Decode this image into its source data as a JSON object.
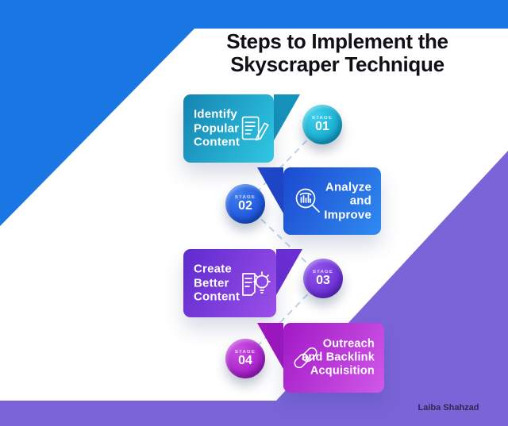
{
  "title": {
    "line1": "Steps to Implement the",
    "line2": "Skyscraper Technique"
  },
  "credit": "Laiba Shahzad",
  "stage_label": "STAGE",
  "stages": [
    {
      "number": "01",
      "title": "Identify Popular Content",
      "icon": "document-pencil-icon",
      "box_gradient": [
        "#1583b2",
        "#2fc8e2"
      ],
      "circle_color": "#14a9cf",
      "box_side": "left"
    },
    {
      "number": "02",
      "title": "Analyze and Improve",
      "icon": "magnifier-chart-icon",
      "box_gradient": [
        "#1c49d0",
        "#2f8bf0"
      ],
      "circle_color": "#1c55dc",
      "box_side": "right"
    },
    {
      "number": "03",
      "title": "Create Better Content",
      "icon": "document-bulb-icon",
      "box_gradient": [
        "#5e2ace",
        "#9b50e8"
      ],
      "circle_color": "#6c2fd8",
      "box_side": "left"
    },
    {
      "number": "04",
      "title": "Outreach and Backlink Acquisition",
      "icon": "chain-link-icon",
      "box_gradient": [
        "#a119c5",
        "#d158e8"
      ],
      "circle_color": "#a81fca",
      "box_side": "right"
    }
  ],
  "colors": {
    "top_corner": "#1a76e2",
    "bottom_corner": "#7b64d8",
    "connector": "#bcd2ea",
    "title_text": "#111016"
  }
}
